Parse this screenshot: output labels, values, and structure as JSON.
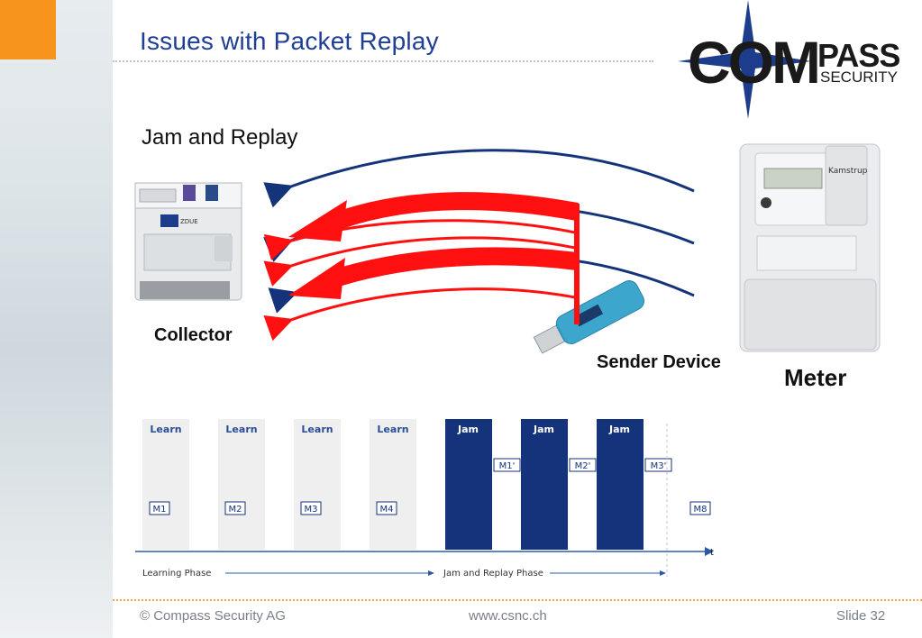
{
  "header": {
    "title": "Issues with Packet Replay",
    "logo_main": "COM",
    "logo_pass": "PASS",
    "logo_security": "SECURITY"
  },
  "subtitle": "Jam and Replay",
  "labels": {
    "collector": "Collector",
    "sender": "Sender Device",
    "meter": "Meter"
  },
  "devices": {
    "meter_brand": "Kamstrup",
    "collector_brand": "ZDUE"
  },
  "timeline": {
    "learn_label": "Learn",
    "jam_label": "Jam",
    "slots": [
      {
        "type": "learn",
        "msg": "M1"
      },
      {
        "type": "learn",
        "msg": "M2"
      },
      {
        "type": "learn",
        "msg": "M3"
      },
      {
        "type": "learn",
        "msg": "M4"
      },
      {
        "type": "jam",
        "msg": "M1'"
      },
      {
        "type": "jam",
        "msg": "M2'"
      },
      {
        "type": "jam",
        "msg": "M3'"
      },
      {
        "type": "free",
        "msg": "M8"
      }
    ],
    "axis_label": "t",
    "phase_learning": "Learning Phase",
    "phase_jam": "Jam and Replay Phase"
  },
  "footer": {
    "copyright": "© Compass Security AG",
    "url": "www.csnc.ch",
    "slide": "Slide 32"
  },
  "colors": {
    "title": "#1f3f95",
    "navy": "#14337a",
    "red": "#ff1010",
    "orange": "#f7941d",
    "learn_fill": "#efefef"
  }
}
